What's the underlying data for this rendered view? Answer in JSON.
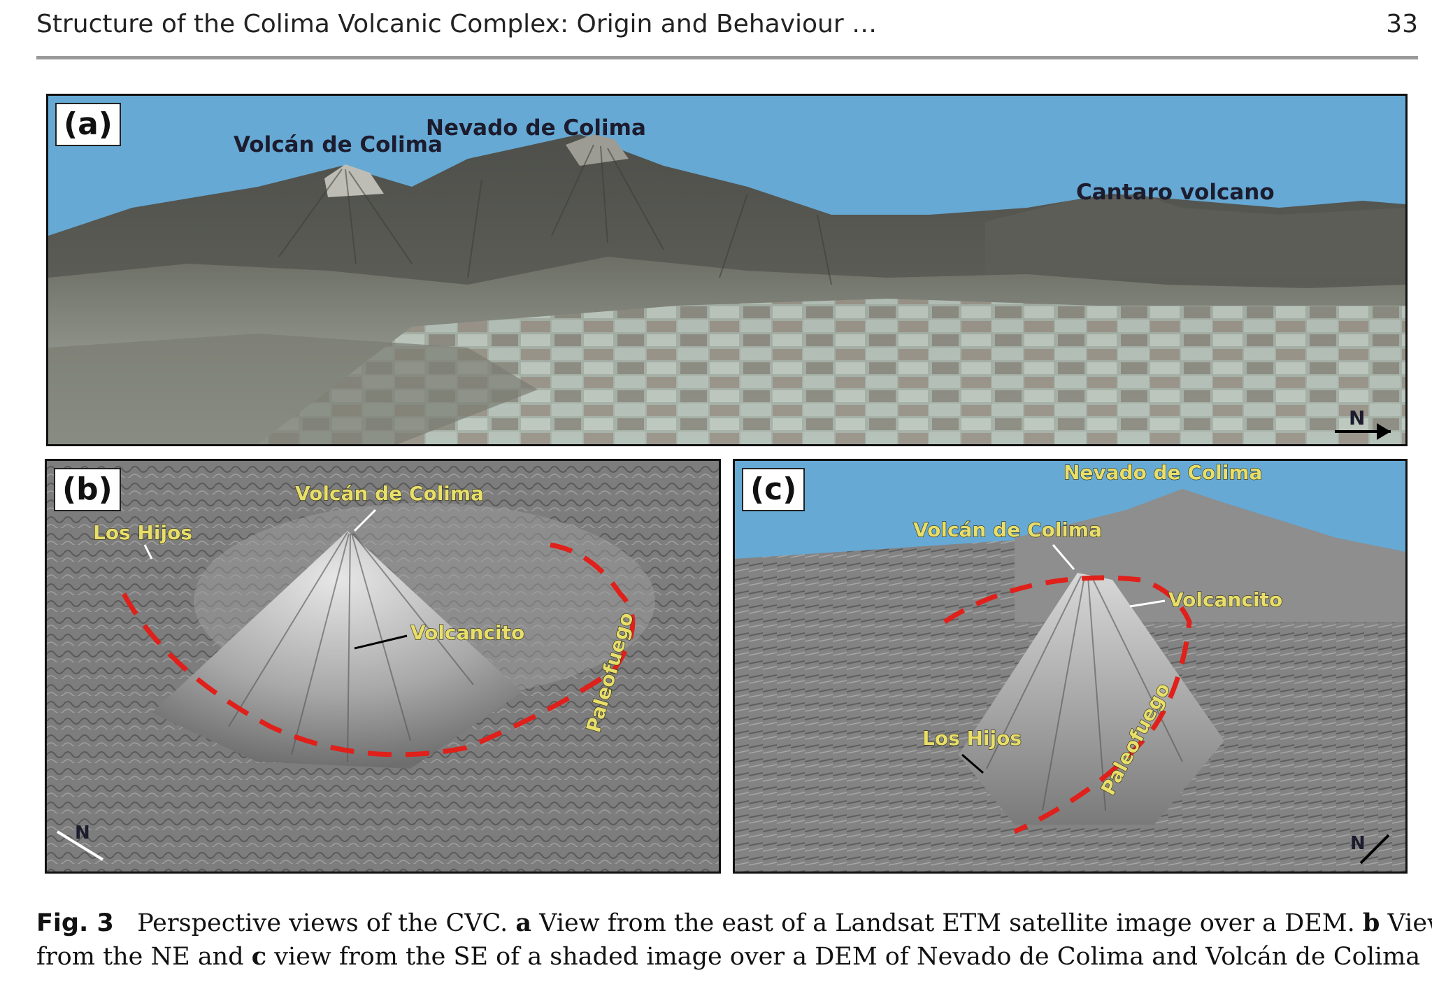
{
  "running_head": {
    "title": "Structure of the Colima Volcanic Complex: Origin and Behaviour …",
    "page_number": "33"
  },
  "figure": {
    "panel_a": {
      "letter": "(a)",
      "labels": {
        "volcan": "Volcán de Colima",
        "nevado": "Nevado de Colima",
        "cantaro": "Cantaro volcano"
      },
      "north": "N"
    },
    "panel_b": {
      "letter": "(b)",
      "labels": {
        "volcan": "Volcán de Colima",
        "hijos": "Los Hijos",
        "volcancito": "Volcancito",
        "paleofuego": "Paleofuego"
      },
      "north": "N"
    },
    "panel_c": {
      "letter": "(c)",
      "labels": {
        "nevado": "Nevado de Colima",
        "volcan": "Volcán de Colima",
        "volcancito": "Volcancito",
        "hijos": "Los Hijos",
        "paleofuego": "Paleofuego"
      },
      "north": "N"
    },
    "colors": {
      "sky": "#66a9d4",
      "caldera_line": "#e0201a",
      "label_yellow": "#e8de6a"
    }
  },
  "caption": {
    "label": "Fig. 3",
    "t1": "Perspective views of the CVC.",
    "a": "a",
    "t2": "View from the east of a Landsat ETM satellite image over a DEM.",
    "b": "b",
    "t3": "View",
    "t4": "from the NE and",
    "c": "c",
    "t5": "view from the SE of a shaded image over a DEM of Nevado de Colima and Volcán de Colima"
  }
}
